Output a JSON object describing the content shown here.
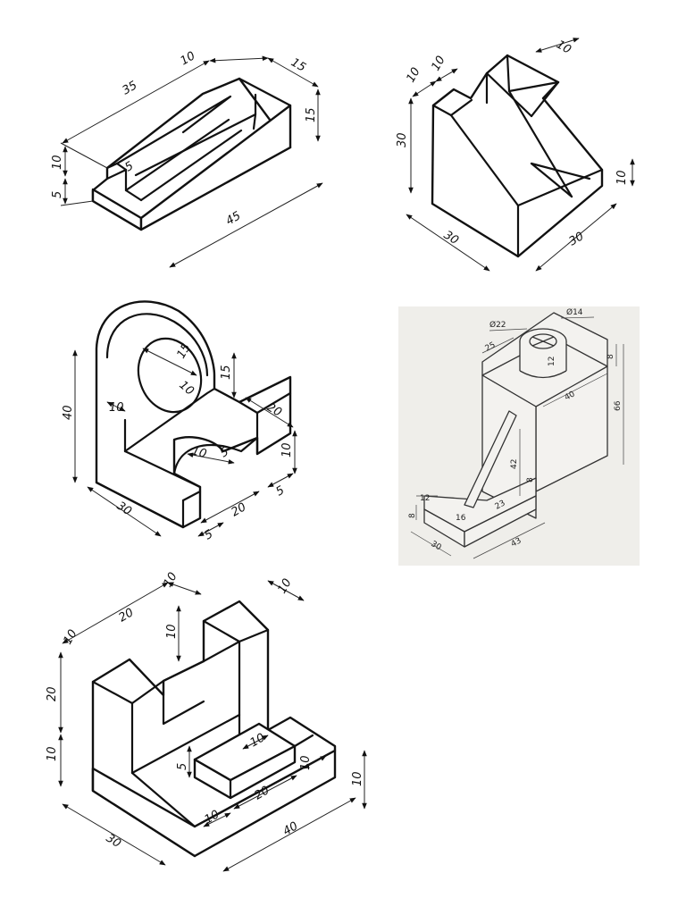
{
  "figure1": {
    "dims": [
      "35",
      "10",
      "15",
      "15",
      "10",
      "5",
      "5",
      "45"
    ]
  },
  "figure2": {
    "dims": [
      "10",
      "10",
      "10",
      "30",
      "10",
      "30",
      "30"
    ]
  },
  "figure3": {
    "dims": [
      "40",
      "10",
      "15",
      "10",
      "15",
      "20",
      "10",
      "5",
      "10",
      "5",
      "30",
      "20",
      "5"
    ]
  },
  "figure4": {
    "dims": [
      "Ø22",
      "Ø14",
      "25",
      "12",
      "8",
      "40",
      "66",
      "42",
      "8",
      "12",
      "8",
      "16",
      "23",
      "30",
      "43"
    ]
  },
  "figure5": {
    "dims": [
      "20",
      "10",
      "10",
      "10",
      "10",
      "20",
      "10",
      "5",
      "10",
      "10",
      "20",
      "10",
      "30",
      "40",
      "10"
    ]
  }
}
